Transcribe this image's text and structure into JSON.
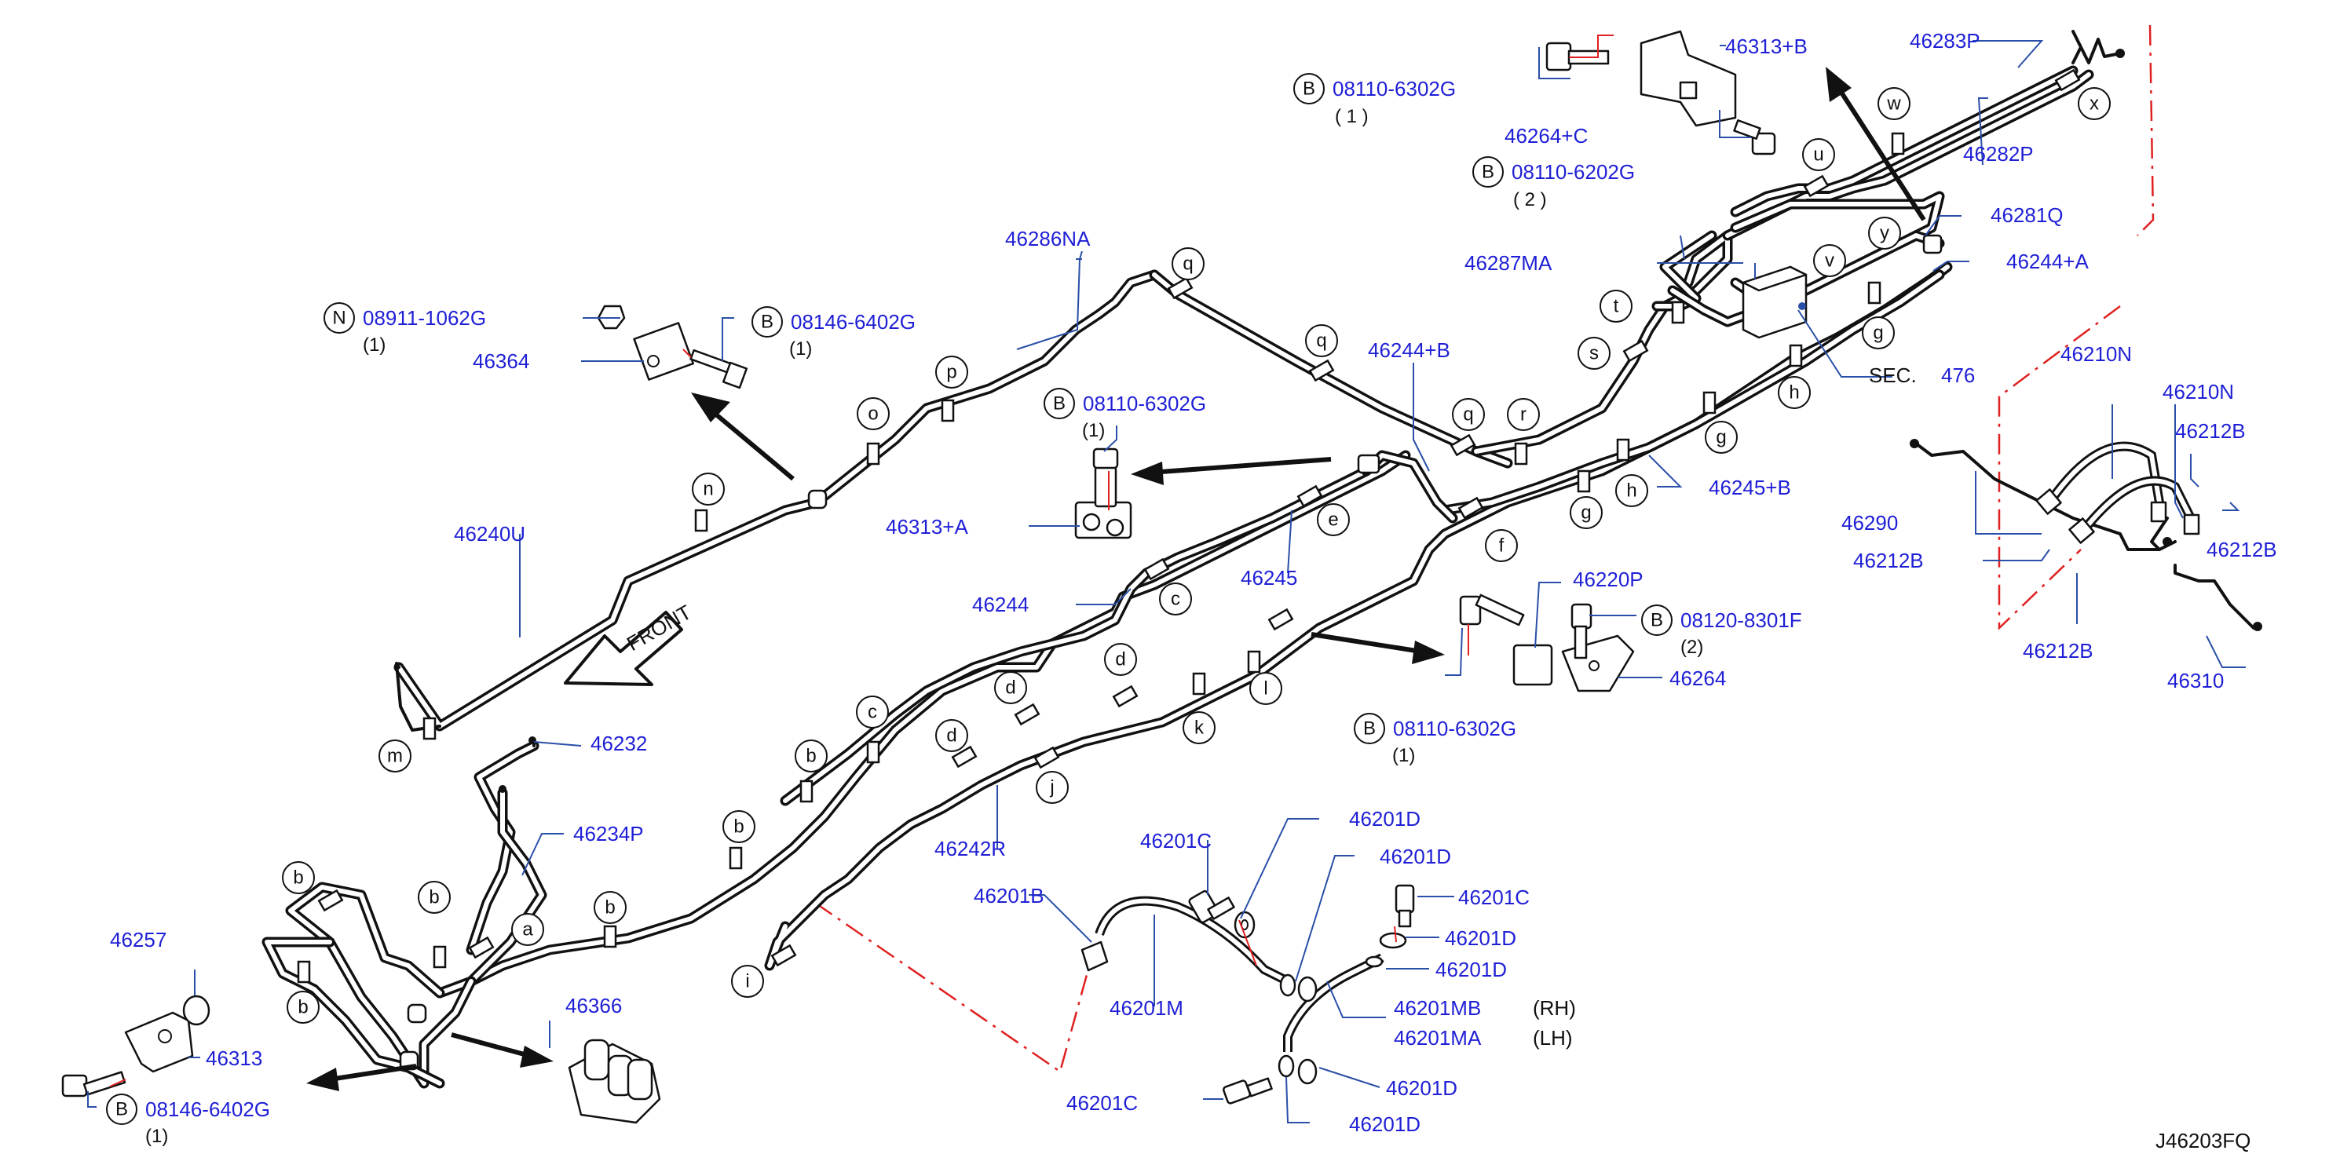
{
  "diagram_id": "J46203FQ",
  "front_label": "FRONT",
  "sec_label": "SEC.",
  "sec_number": "476",
  "part_labels": {
    "p46283P": "46283P",
    "p46313B": "46313+B",
    "p46282P": "46282P",
    "p46264C": "46264+C",
    "p46281Q": "46281Q",
    "p46287MA": "46287MA",
    "p46244A": "46244+A",
    "p46286NA": "46286NA",
    "p46364": "46364",
    "p46244B": "46244+B",
    "p46313A": "46313+A",
    "p46240U": "46240U",
    "p46245": "46245",
    "p46244": "46244",
    "p46245B": "46245+B",
    "p46210N_1": "46210N",
    "p46210N_2": "46210N",
    "p46212B_1": "46212B",
    "p46212B_2": "46212B",
    "p46212B_3": "46212B",
    "p46212B_4": "46212B",
    "p46290": "46290",
    "p46310": "46310",
    "p46220P": "46220P",
    "p46264": "46264",
    "p46232": "46232",
    "p46234P": "46234P",
    "p46242R": "46242R",
    "p46257": "46257",
    "p46313": "46313",
    "p46366": "46366",
    "p46201D_1": "46201D",
    "p46201C_1": "46201C",
    "p46201D_2": "46201D",
    "p46201B": "46201B",
    "p46201C_2": "46201C",
    "p46201D_3": "46201D",
    "p46201D_4": "46201D",
    "p46201M": "46201M",
    "p46201MB": "46201MB",
    "p46201MA": "46201MA",
    "p46201D_5": "46201D",
    "p46201C_3": "46201C",
    "p46201D_6": "46201D",
    "rh": "(RH)",
    "lh": "(LH)"
  },
  "fasteners": [
    {
      "prefix": "B",
      "part": "08110-6302G",
      "qty": "( 1 )"
    },
    {
      "prefix": "B",
      "part": "08110-6202G",
      "qty": "( 2 )"
    },
    {
      "prefix": "N",
      "part": "08911-1062G",
      "qty": "(1)"
    },
    {
      "prefix": "B",
      "part": "08146-6402G",
      "qty": "(1)"
    },
    {
      "prefix": "B",
      "part": "08110-6302G",
      "qty": "(1)"
    },
    {
      "prefix": "B",
      "part": "08120-8301F",
      "qty": "(2)"
    },
    {
      "prefix": "B",
      "part": "08110-6302G",
      "qty": "(1)"
    },
    {
      "prefix": "B",
      "part": "08146-6402G",
      "qty": "(1)"
    }
  ],
  "clip_letters": [
    "x",
    "w",
    "u",
    "y",
    "v",
    "t",
    "s",
    "g",
    "h",
    "r",
    "q",
    "q",
    "q",
    "p",
    "o",
    "n",
    "m",
    "f",
    "g",
    "h",
    "g",
    "e",
    "c",
    "d",
    "d",
    "c",
    "d",
    "b",
    "b",
    "b",
    "b",
    "b",
    "b",
    "a",
    "j",
    "k",
    "l",
    "i"
  ]
}
